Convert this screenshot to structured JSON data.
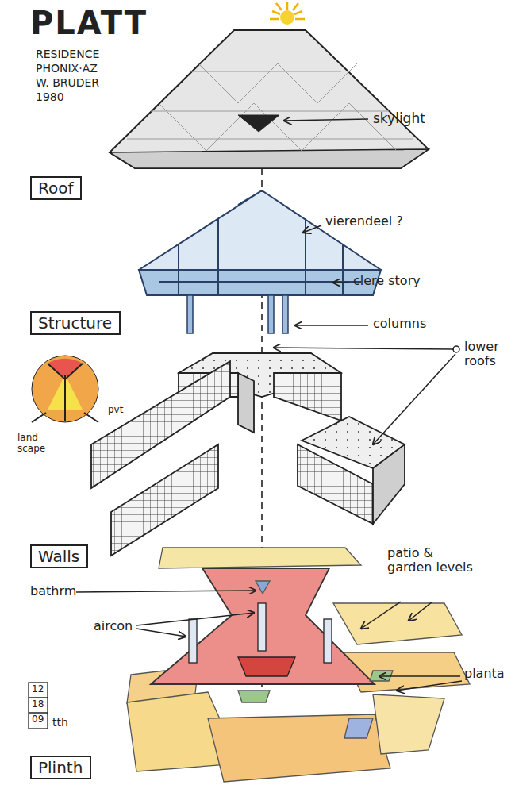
{
  "diagram": {
    "title": "PLATT",
    "nodes": [
      {
        "text": [
          "Roof"
        ]
      },
      {
        "text": [
          "Structure"
        ]
      },
      {
        "text": [
          "Walls"
        ]
      },
      {
        "text": [
          "Plinth"
        ]
      }
    ],
    "labels": [
      "RESIDENCE",
      "PHONIX·AZ",
      "W. BRUDER",
      "1980",
      "skylight",
      "vierendeel ?",
      "clere story",
      "columns",
      "lower roofs",
      "pvt",
      "land scape",
      "bathrm",
      "aircon",
      "patio & garden levels",
      "planta",
      "12",
      "18",
      "09",
      "tth"
    ]
  }
}
